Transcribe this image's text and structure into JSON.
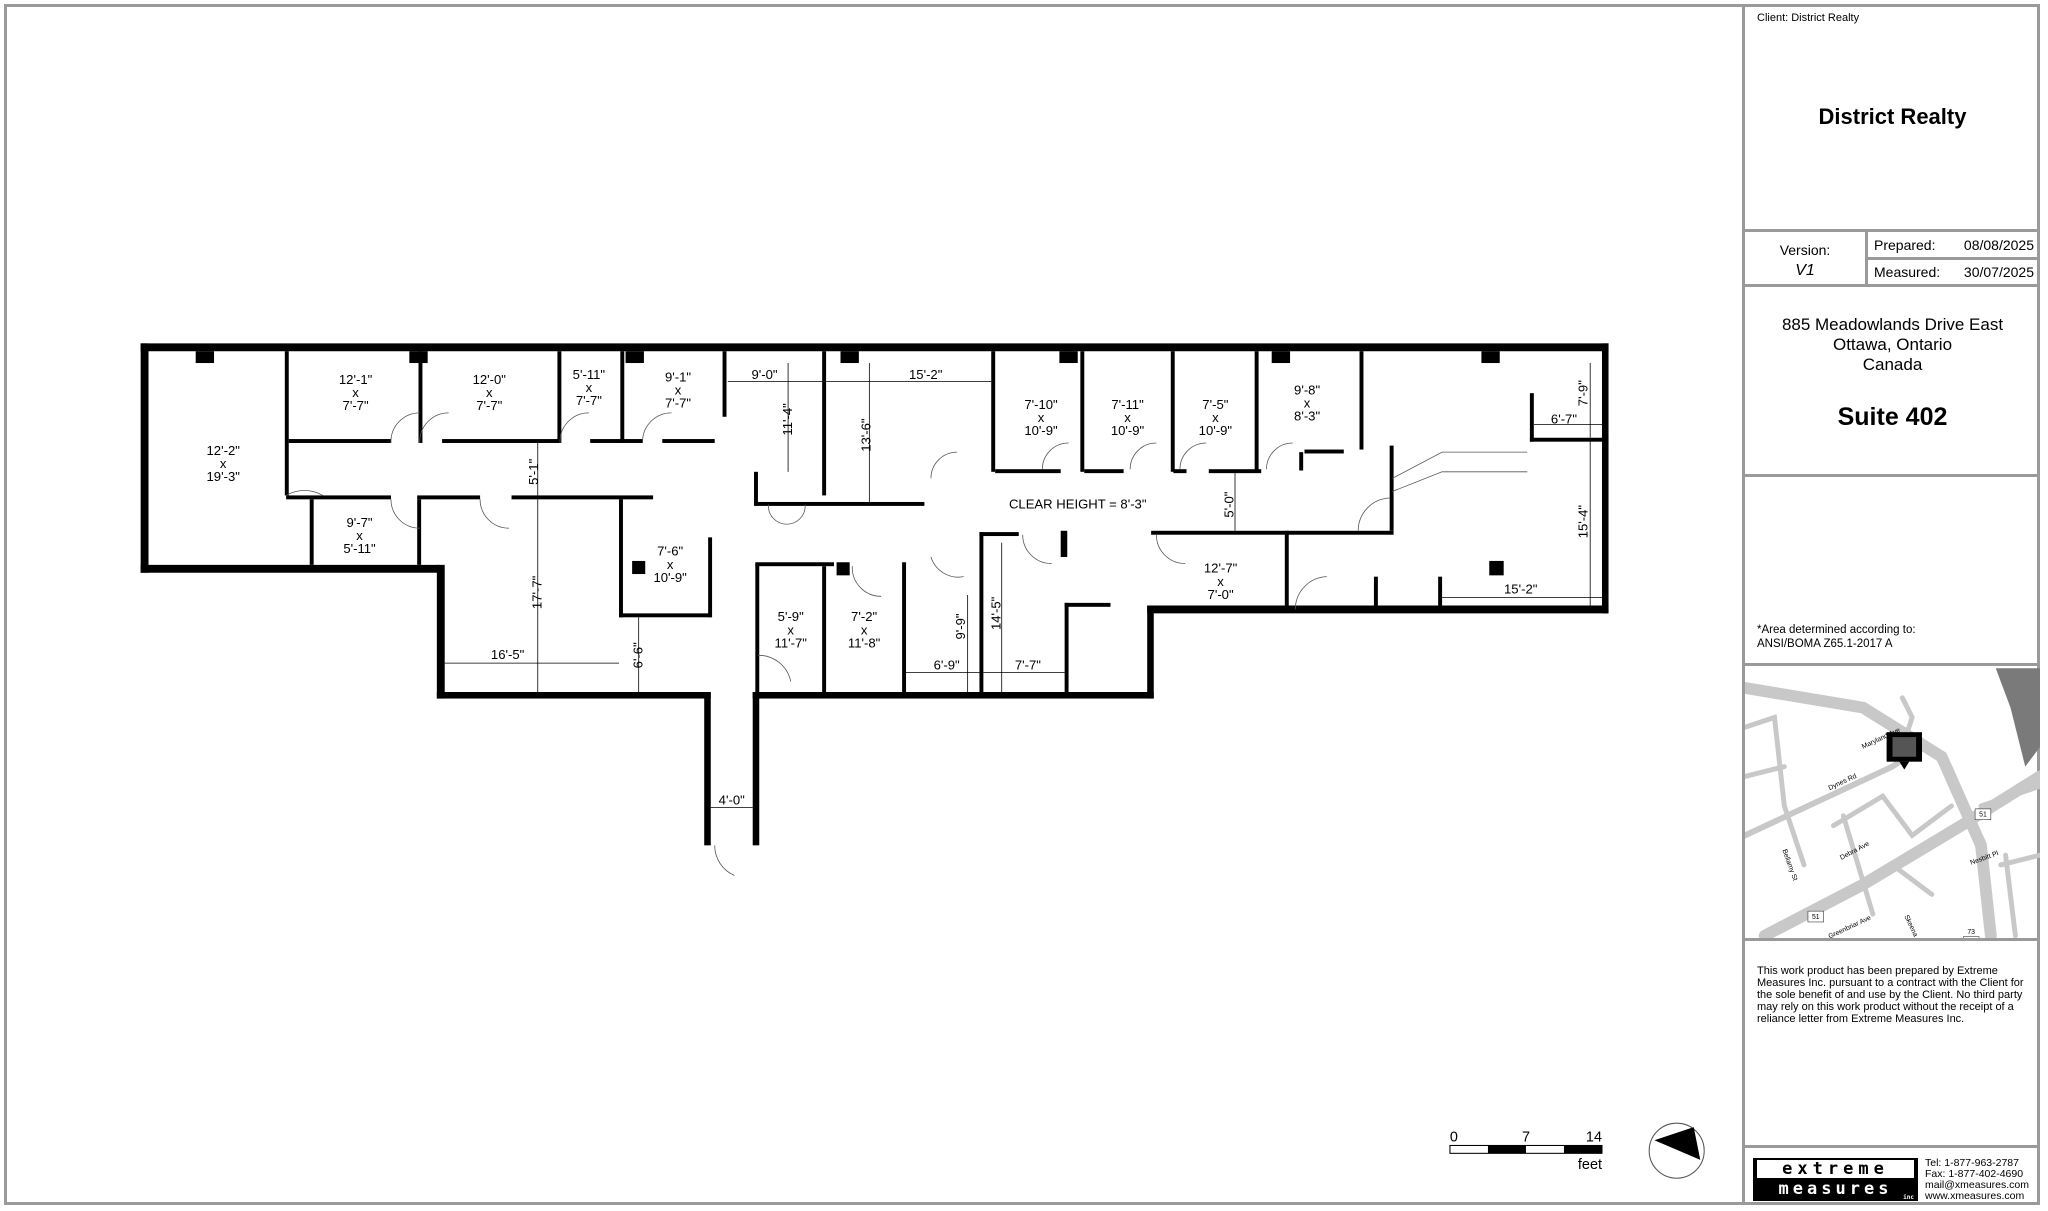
{
  "title_block": {
    "client_line": "Client: District Realty",
    "client_name": "District Realty",
    "version_label": "Version:",
    "version_value": "V1",
    "prepared_label": "Prepared:",
    "prepared_date": "08/08/2025",
    "measured_label": "Measured:",
    "measured_date": "30/07/2025",
    "address_line1": "885 Meadowlands Drive East",
    "address_line2": "Ottawa, Ontario",
    "address_line3": "Canada",
    "suite": "Suite 402",
    "area_note_line1": "*Area determined according to:",
    "area_note_line2": "ANSI/BOMA Z65.1-2017 A",
    "disclaimer": "This work product has been prepared by Extreme Measures Inc. pursuant to a contract with the Client for the sole benefit of and use by the Client. No third party may rely on this work product without the receipt of a reliance letter from Extreme Measures Inc.",
    "logo": {
      "line1": "extreme",
      "line2": "measures",
      "suffix": "inc"
    },
    "contact": {
      "tel": "Tel:  1-877-963-2787",
      "fax": "Fax: 1-877-402-4690",
      "email": "mail@xmeasures.com",
      "web": "www.xmeasures.com"
    }
  },
  "map": {
    "streets": [
      "Maryland Ave",
      "Dynes Rd",
      "Debra Ave",
      "Bellamy St",
      "Nesbitt Pl",
      "Greenbriar Ave",
      "Skeena A"
    ],
    "routes": [
      "51",
      "51",
      "73"
    ],
    "marker": "location-marker"
  },
  "floor_plan": {
    "clear_height": "CLEAR HEIGHT = 8'-3\"",
    "rooms": [
      {
        "w": "12'-2\"",
        "x": "x",
        "h": "19'-3\""
      },
      {
        "w": "12'-1\"",
        "x": "x",
        "h": "7'-7\""
      },
      {
        "w": "12'-0\"",
        "x": "x",
        "h": "7'-7\""
      },
      {
        "w": "5'-11\"",
        "x": "x",
        "h": "7'-7\""
      },
      {
        "w": "9'-1\"",
        "x": "x",
        "h": "7'-7\""
      },
      {
        "w": "9'-7\"",
        "x": "x",
        "h": "5'-11\""
      },
      {
        "w": "7'-6\"",
        "x": "x",
        "h": "10'-9\""
      },
      {
        "w": "7'-10\"",
        "x": "x",
        "h": "10'-9\""
      },
      {
        "w": "7'-11\"",
        "x": "x",
        "h": "10'-9\""
      },
      {
        "w": "7'-5\"",
        "x": "x",
        "h": "10'-9\""
      },
      {
        "w": "9'-8\"",
        "x": "x",
        "h": "8'-3\""
      },
      {
        "w": "12'-7\"",
        "x": "x",
        "h": "7'-0\""
      },
      {
        "w": "5'-9\"",
        "x": "x",
        "h": "11'-7\""
      },
      {
        "w": "7'-2\"",
        "x": "x",
        "h": "11'-8\""
      }
    ],
    "dimensions": [
      "5'-1\"",
      "17'-7\"",
      "16'-5\"",
      "6'-6\"",
      "9'-0\"",
      "11'-4\"",
      "13'-6\"",
      "15'-2\"",
      "5'-0\"",
      "7'-9\"",
      "6'-7\"",
      "15'-4\"",
      "15'-2\"",
      "9'-9\"",
      "14'-5\"",
      "6'-9\"",
      "7'-7\"",
      "4'-0\""
    ],
    "scale_bar": {
      "ticks": [
        "0",
        "7",
        "14"
      ],
      "unit": "feet"
    },
    "north_arrow": "north-arrow-icon"
  }
}
